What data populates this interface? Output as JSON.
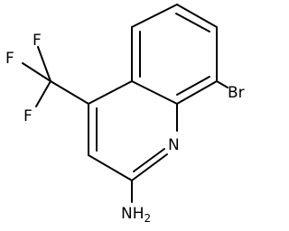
{
  "molecule": {
    "atoms": {
      "f_top": "F",
      "f_left": "F",
      "f_bottom": "F",
      "bromine": "Br",
      "ring_nitrogen": "N",
      "amine_main": "NH",
      "amine_subscript": "2"
    }
  }
}
